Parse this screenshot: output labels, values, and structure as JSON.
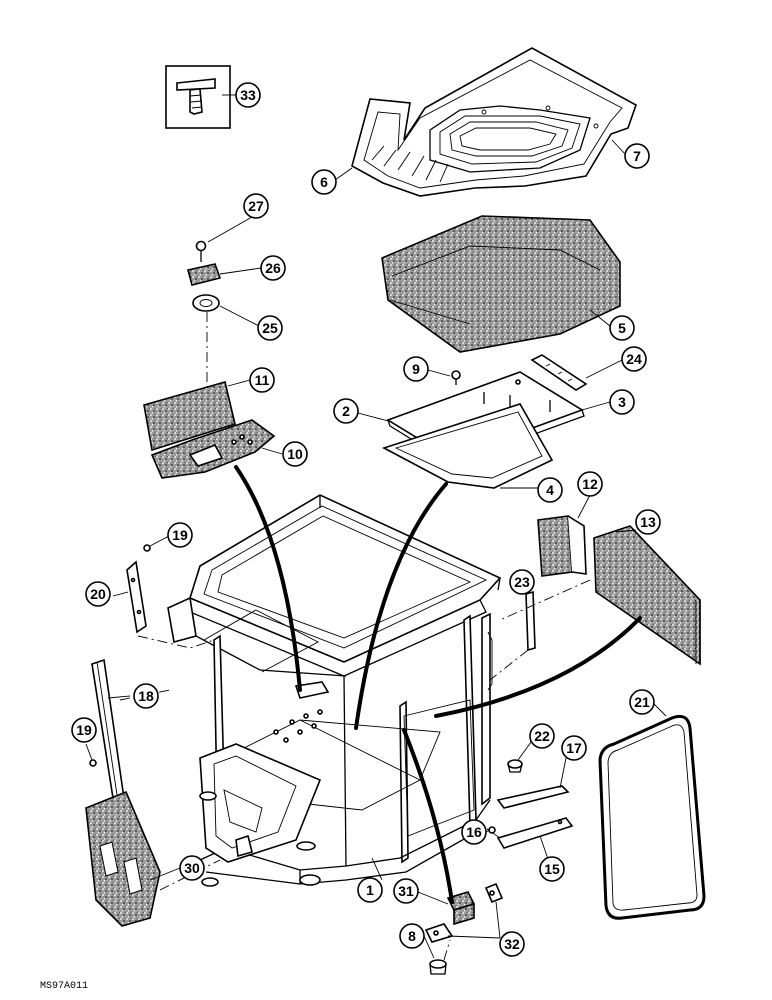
{
  "figure_ref": "MS97A011",
  "callouts": [
    {
      "id": "c1",
      "label": "1"
    },
    {
      "id": "c2",
      "label": "2"
    },
    {
      "id": "c3",
      "label": "3"
    },
    {
      "id": "c4",
      "label": "4"
    },
    {
      "id": "c5",
      "label": "5"
    },
    {
      "id": "c6",
      "label": "6"
    },
    {
      "id": "c7",
      "label": "7"
    },
    {
      "id": "c8",
      "label": "8"
    },
    {
      "id": "c9",
      "label": "9"
    },
    {
      "id": "c10",
      "label": "10"
    },
    {
      "id": "c11",
      "label": "11"
    },
    {
      "id": "c12",
      "label": "12"
    },
    {
      "id": "c13",
      "label": "13"
    },
    {
      "id": "c15",
      "label": "15"
    },
    {
      "id": "c16",
      "label": "16"
    },
    {
      "id": "c17",
      "label": "17"
    },
    {
      "id": "c18",
      "label": "18"
    },
    {
      "id": "c19a",
      "label": "19"
    },
    {
      "id": "c19b",
      "label": "19"
    },
    {
      "id": "c20",
      "label": "20"
    },
    {
      "id": "c21",
      "label": "21"
    },
    {
      "id": "c22",
      "label": "22"
    },
    {
      "id": "c23",
      "label": "23"
    },
    {
      "id": "c24",
      "label": "24"
    },
    {
      "id": "c25",
      "label": "25"
    },
    {
      "id": "c26",
      "label": "26"
    },
    {
      "id": "c27",
      "label": "27"
    },
    {
      "id": "c30",
      "label": "30"
    },
    {
      "id": "c31",
      "label": "31"
    },
    {
      "id": "c32",
      "label": "32"
    },
    {
      "id": "c33",
      "label": "33"
    }
  ]
}
